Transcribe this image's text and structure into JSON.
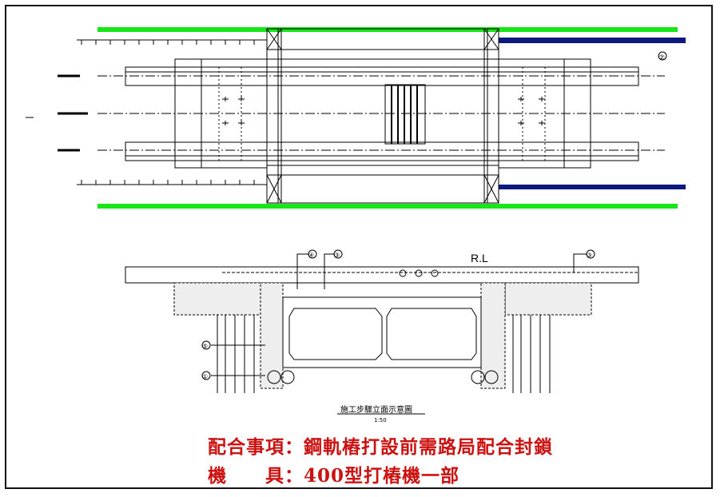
{
  "colors": {
    "green_rail": "#19e619",
    "navy_rail": "#0c1a80",
    "note_red": "#cc1111",
    "line": "#000000"
  },
  "plan_view": {
    "callout": "②"
  },
  "elevation_view": {
    "rl_label": "R.L",
    "callouts": [
      "④",
      "③",
      "③",
      "⑤",
      "①"
    ],
    "caption_title": "施工步驟立面示意圖",
    "caption_scale": "1:50"
  },
  "notes": [
    {
      "label": "配合事項：",
      "text": "鋼軌樁打設前需路局配合封鎖"
    },
    {
      "label": "機　　具：",
      "text": "400型打樁機一部"
    }
  ]
}
